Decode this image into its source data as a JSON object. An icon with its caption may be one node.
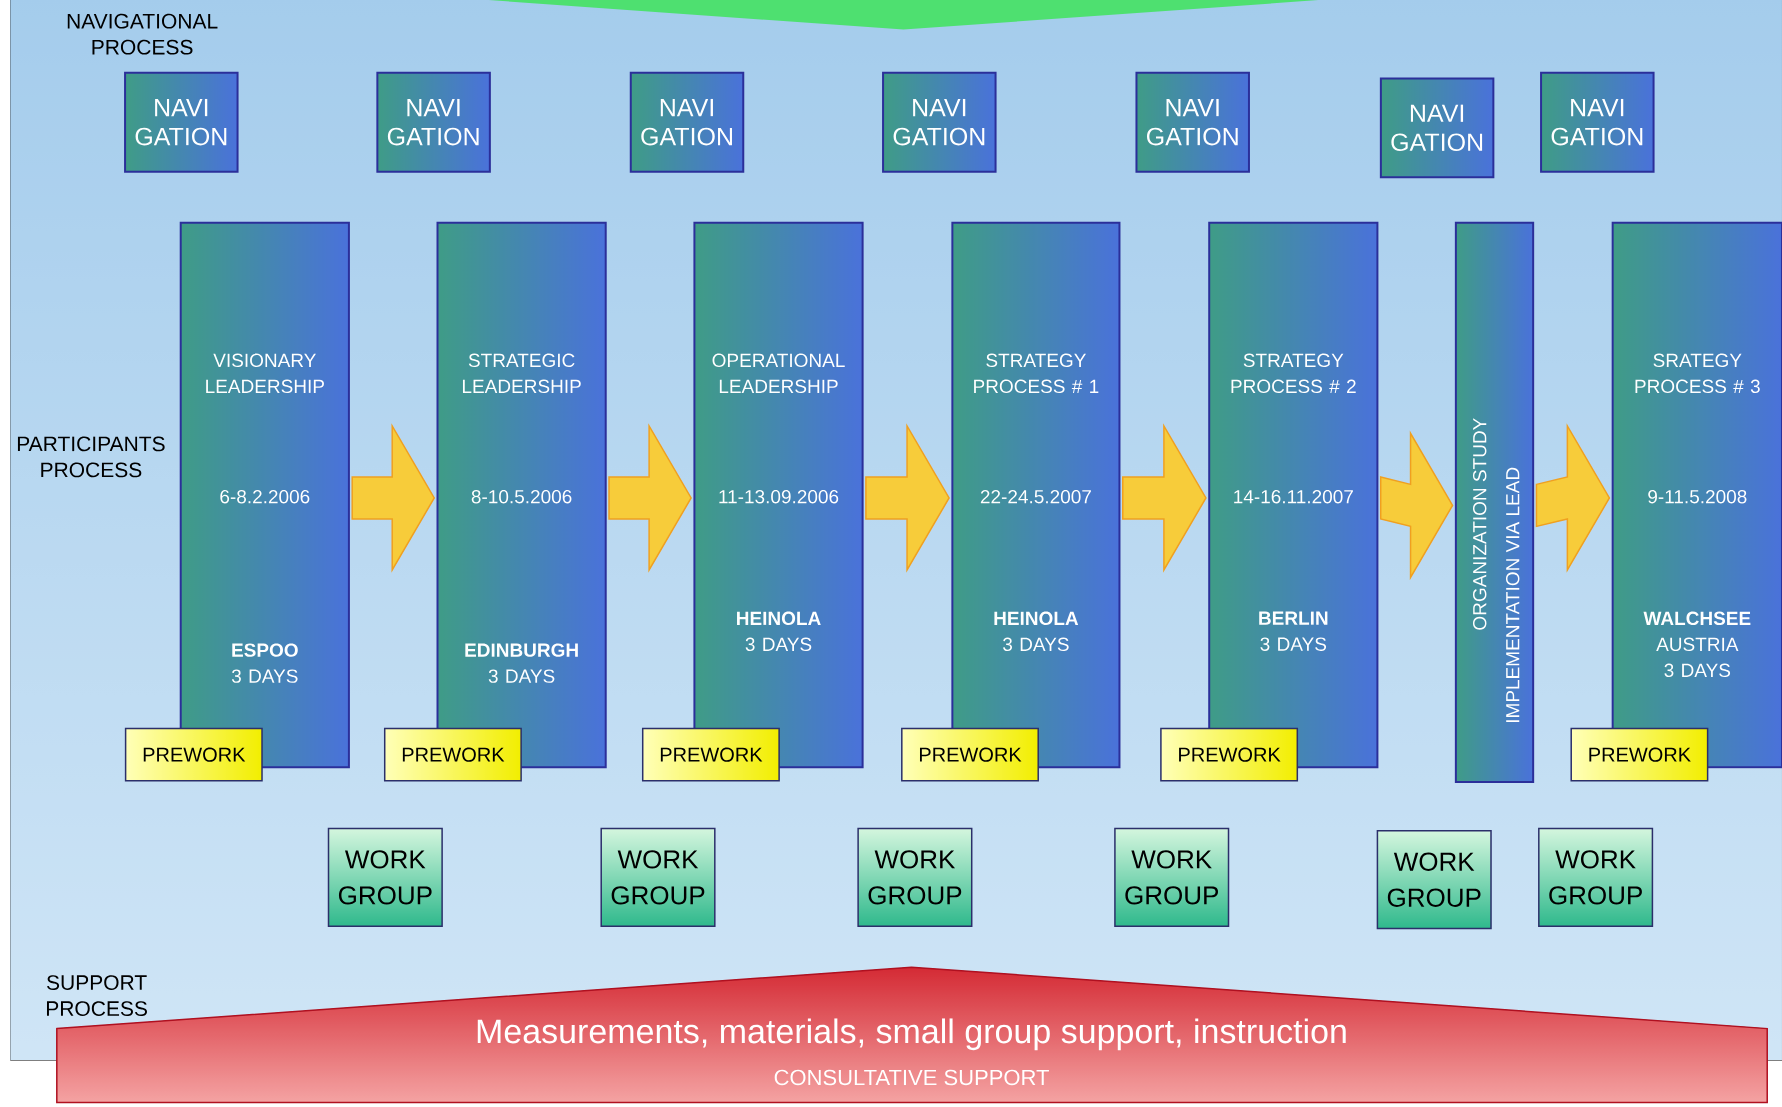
{
  "diagram": {
    "nodes": [
      {
        "text": [
          "NAVI GATION"
        ]
      },
      {
        "text": [
          "NAVI GATION"
        ]
      },
      {
        "text": [
          "NAVI GATION"
        ]
      },
      {
        "text": [
          "NAVI GATION"
        ]
      },
      {
        "text": [
          "NAVI GATION"
        ]
      },
      {
        "text": [
          "NAVI GATION"
        ]
      },
      {
        "text": [
          "NAVI GATION"
        ]
      },
      {
        "text": [
          "VISIONARY LEADERSHIP",
          "6-8.2.2006",
          "ESPOO",
          "3 DAYS"
        ]
      },
      {
        "text": [
          "STRATEGIC LEADERSHIP",
          "8-10.5.2006",
          "EDINBURGH",
          "3 DAYS"
        ]
      },
      {
        "text": [
          "OPERATIONAL LEADERSHIP",
          "11-13.09.2006",
          "HEINOLA",
          "3 DAYS"
        ]
      },
      {
        "text": [
          "STRATEGY PROCESS # 1",
          "22-24.5.2007",
          "HEINOLA",
          "3 DAYS"
        ]
      },
      {
        "text": [
          "STRATEGY PROCESS # 2",
          "14-16.11.2007",
          "BERLIN",
          "3 DAYS"
        ]
      },
      {
        "text": [
          "ORGANIZATION STUDY",
          "IMPLEMENTATION VIA LEAD"
        ]
      },
      {
        "text": [
          "SRATEGY PROCESS # 3",
          "9-11.5.2008",
          "WALCHSEE",
          "AUSTRIA 3 DAYS"
        ]
      },
      {
        "text": [
          "PREWORK"
        ]
      },
      {
        "text": [
          "PREWORK"
        ]
      },
      {
        "text": [
          "PREWORK"
        ]
      },
      {
        "text": [
          "PREWORK"
        ]
      },
      {
        "text": [
          "PREWORK"
        ]
      },
      {
        "text": [
          "PREWORK"
        ]
      },
      {
        "text": [
          "WORK GROUP"
        ]
      },
      {
        "text": [
          "WORK GROUP"
        ]
      },
      {
        "text": [
          "WORK GROUP"
        ]
      },
      {
        "text": [
          "WORK GROUP"
        ]
      },
      {
        "text": [
          "WORK GROUP"
        ]
      },
      {
        "text": [
          "WORK GROUP"
        ]
      },
      {
        "text": [
          "Measurements, materials, small group support, instruction",
          "CONSULTATIVE SUPPORT"
        ]
      },
      {
        "text": [],
        "shape": "banner"
      }
    ],
    "edges": [
      {
        "from": 7,
        "to": 8,
        "arrow": "to"
      },
      {
        "from": 8,
        "to": 9,
        "arrow": "to"
      },
      {
        "from": 9,
        "to": 10,
        "arrow": "to"
      },
      {
        "from": 10,
        "to": 11,
        "arrow": "to"
      },
      {
        "from": 11,
        "to": 12,
        "arrow": "to"
      },
      {
        "from": 12,
        "to": 13,
        "arrow": "to"
      }
    ],
    "labels": [
      "NAVIGATIONAL PROCESS",
      "PARTICIPANTS PROCESS",
      "SUPPORT PROCESS"
    ]
  }
}
